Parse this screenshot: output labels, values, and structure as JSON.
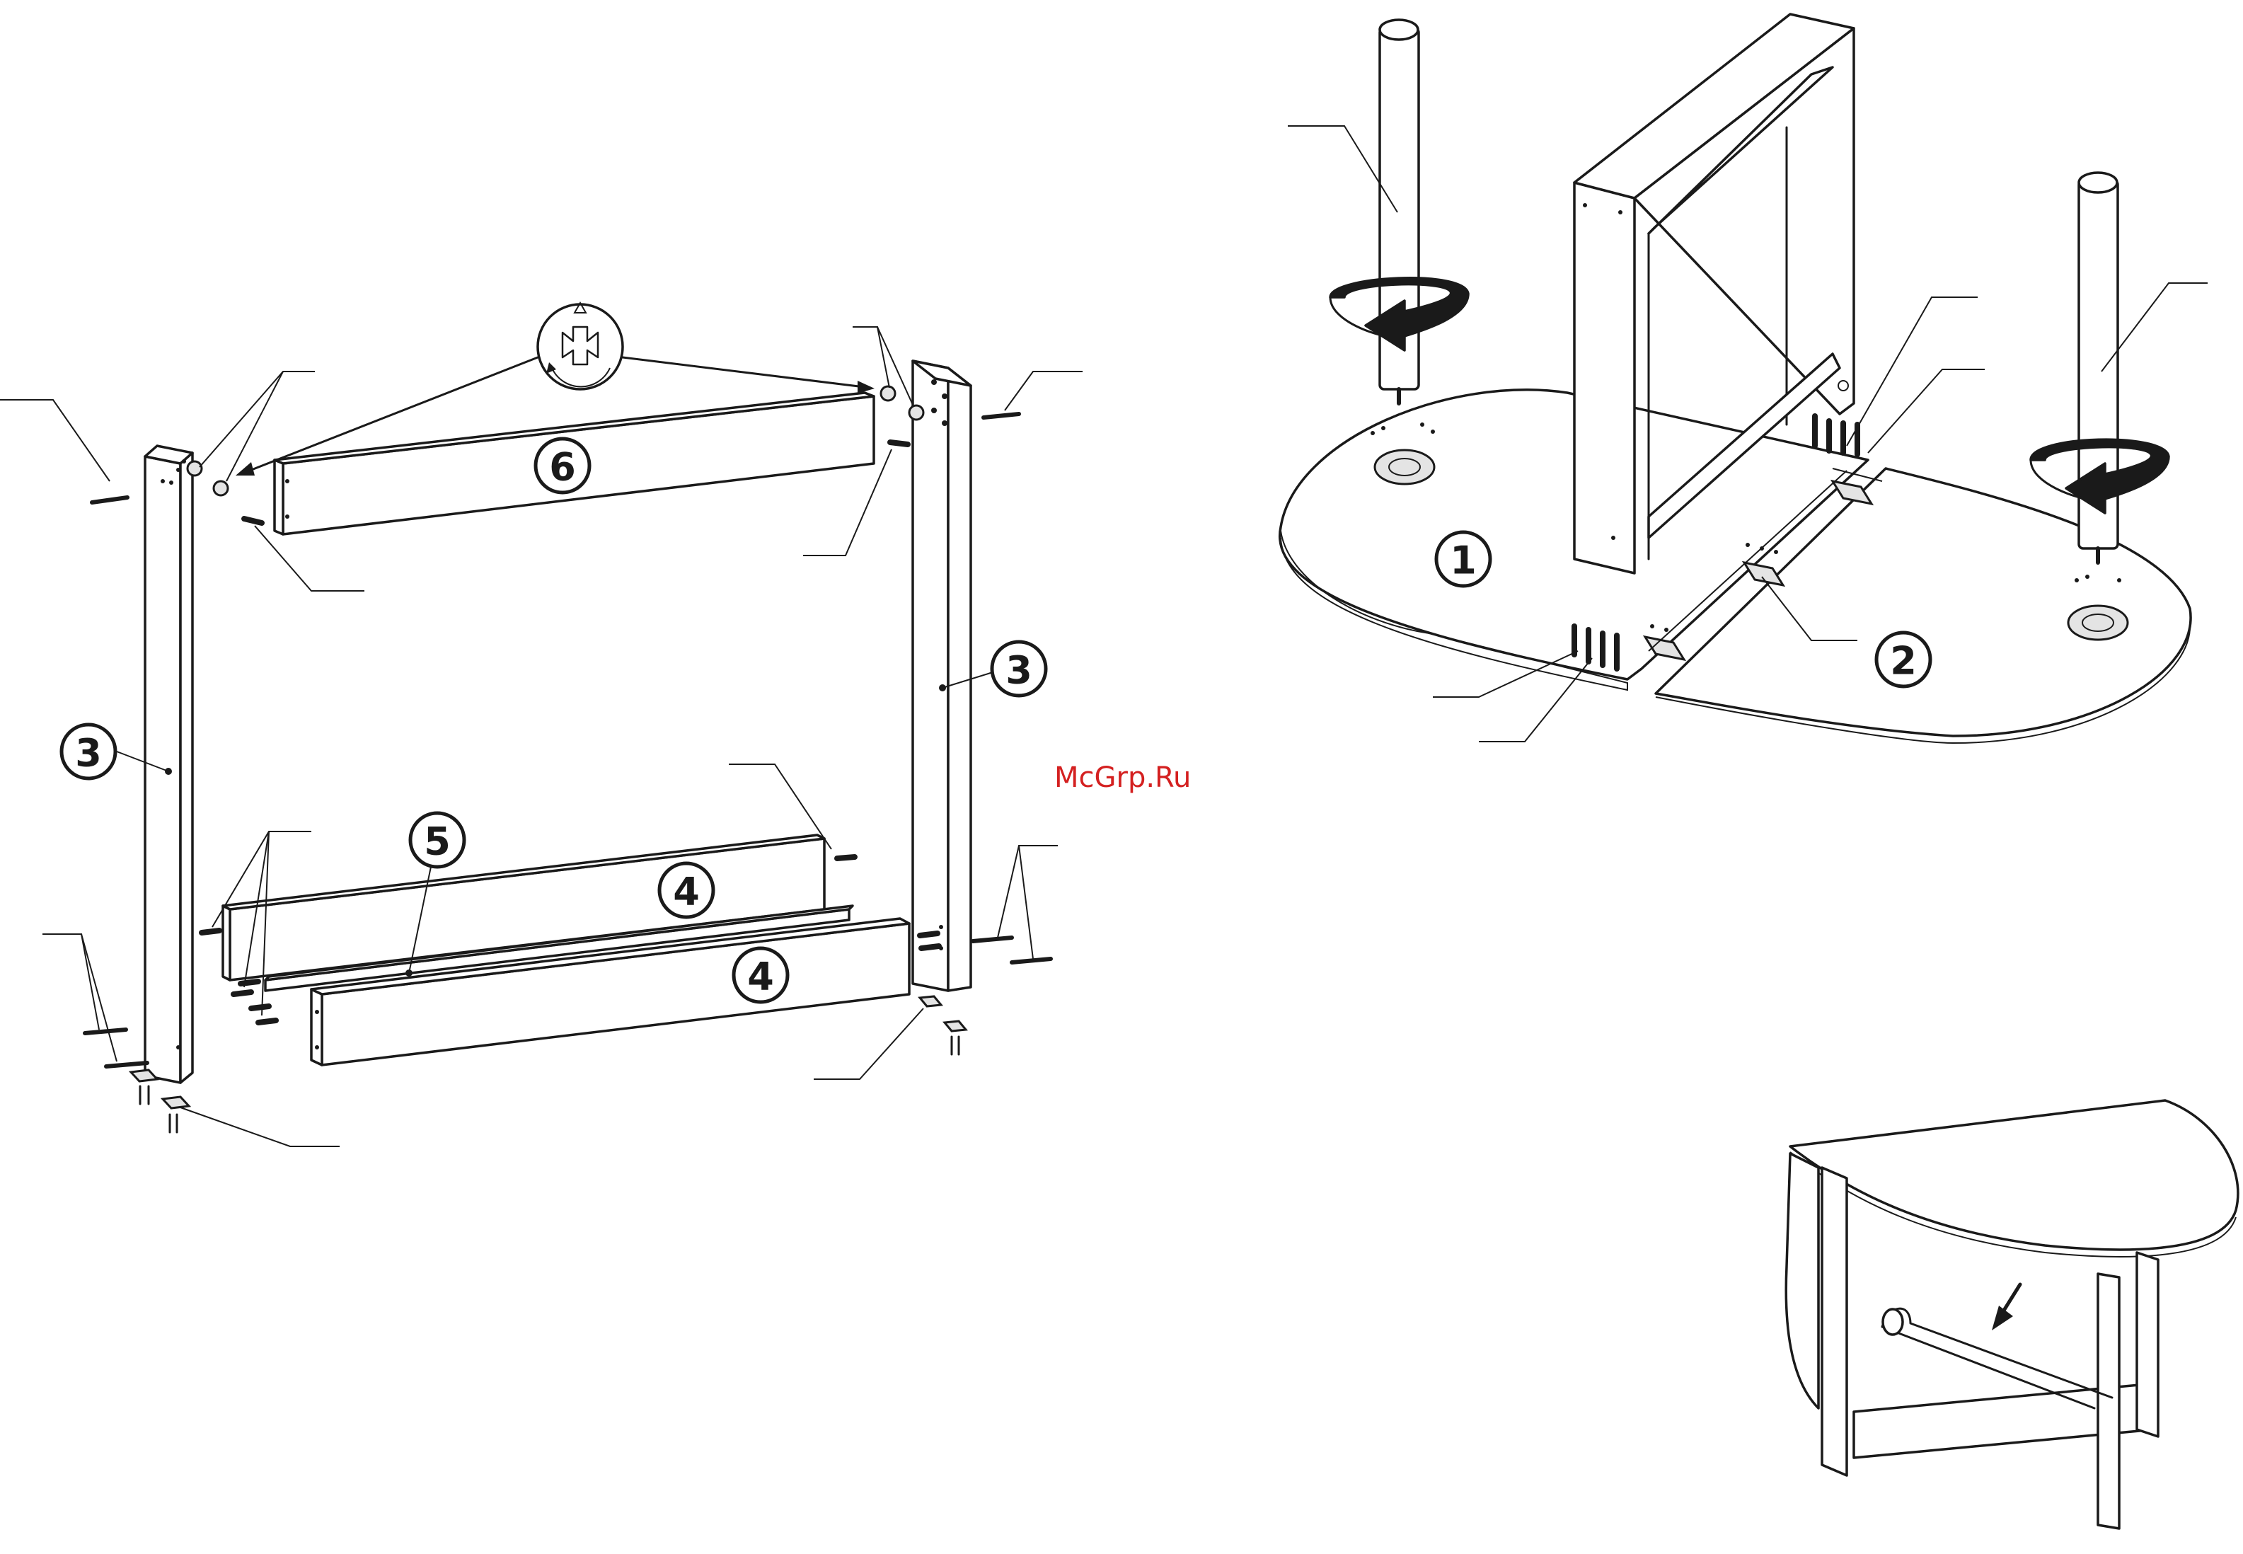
{
  "watermark": {
    "text": "McGrp.Ru",
    "color": "#d42020"
  },
  "frame_assembly": {
    "labels": {
      "left_post": "3",
      "right_post": "3",
      "lower_rail_back": "4",
      "lower_rail_front": "4",
      "stretcher": "5",
      "top_rail": "6"
    }
  },
  "tabletop_assembly": {
    "labels": {
      "left_leaf": "1",
      "hinge_joint": "2"
    }
  },
  "icons": [
    "tighten-symbol-icon",
    "rotate-arrow-icon",
    "push-arrow-icon"
  ]
}
